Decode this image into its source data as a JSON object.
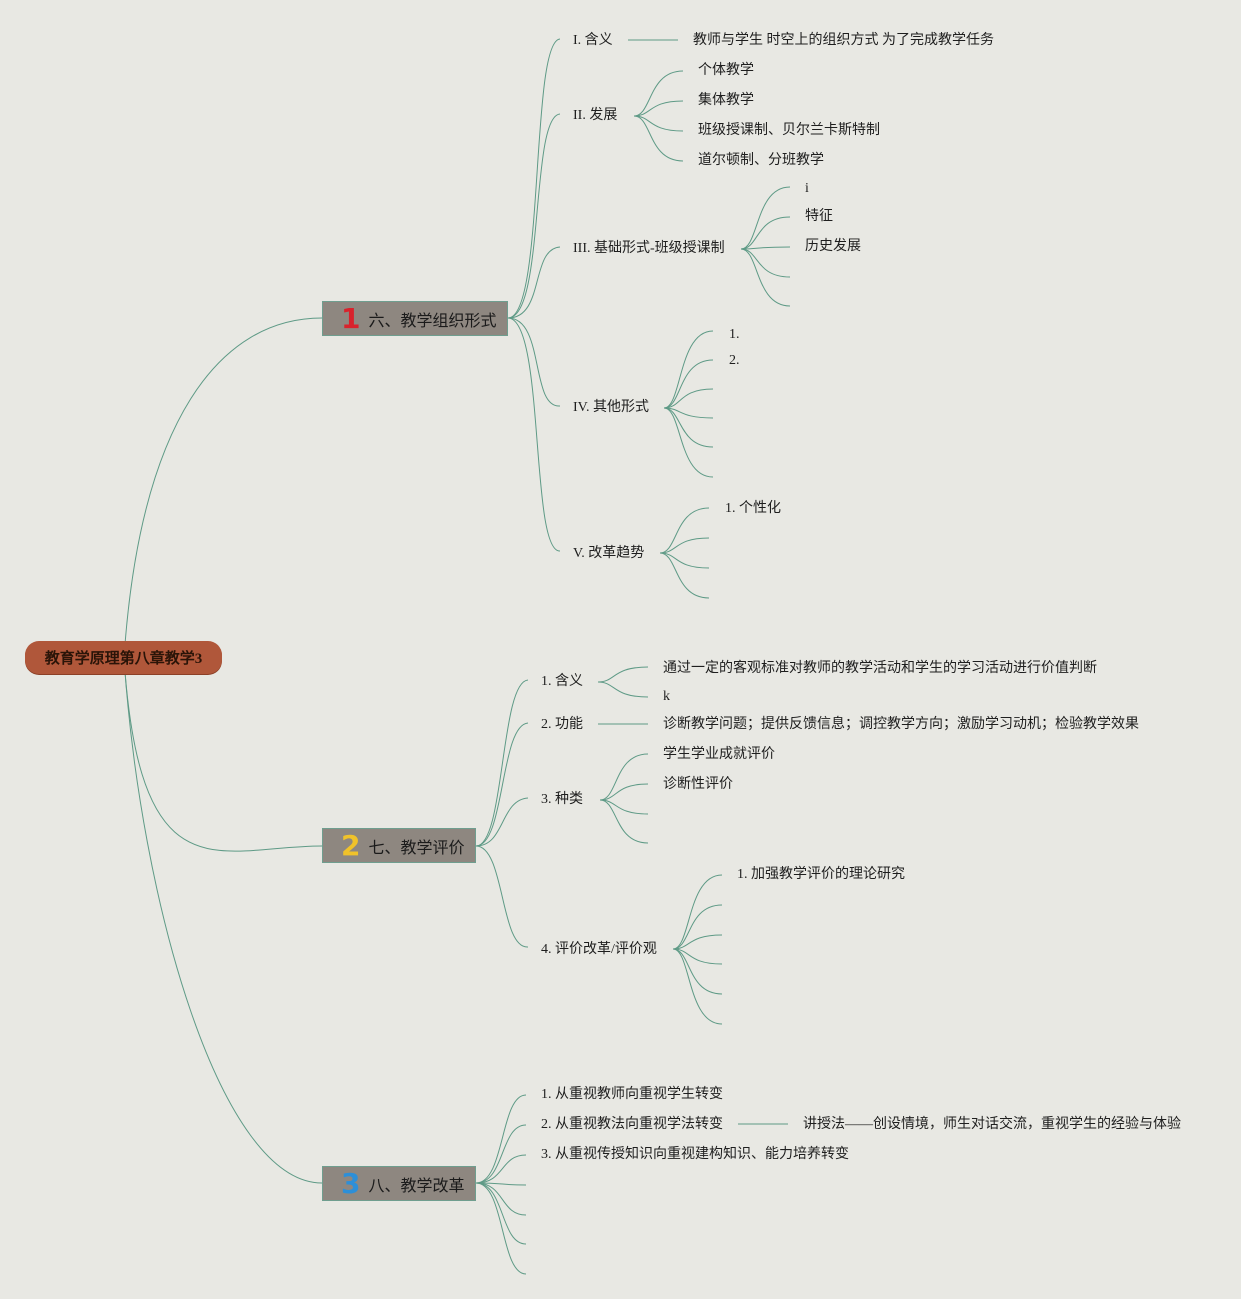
{
  "root": {
    "title": "教育学原理第八章教学3"
  },
  "sections": [
    {
      "number": "1",
      "title": "六、教学组织形式",
      "children": [
        {
          "label": "I. 含义",
          "detail": "教师与学生 时空上的组织方式 为了完成教学任务"
        },
        {
          "label": "II. 发展",
          "items": [
            "个体教学",
            "集体教学",
            "班级授课制、贝尔兰卡斯特制",
            "道尔顿制、分班教学"
          ]
        },
        {
          "label": "III. 基础形式-班级授课制",
          "items": [
            "i",
            "特征",
            "历史发展",
            "",
            ""
          ]
        },
        {
          "label": "IV. 其他形式",
          "items": [
            "1.",
            "2.",
            "",
            "",
            "",
            ""
          ]
        },
        {
          "label": "V. 改革趋势",
          "items": [
            "1. 个性化",
            "",
            "",
            ""
          ]
        }
      ]
    },
    {
      "number": "2",
      "title": "七、教学评价",
      "children": [
        {
          "label": "1. 含义",
          "items": [
            "通过一定的客观标准对教师的教学活动和学生的学习活动进行价值判断",
            "k"
          ]
        },
        {
          "label": "2. 功能",
          "detail": "诊断教学问题；提供反馈信息；调控教学方向；激励学习动机；检验教学效果"
        },
        {
          "label": "3. 种类",
          "items": [
            "学生学业成就评价",
            "诊断性评价",
            "",
            ""
          ]
        },
        {
          "label": "4. 评价改革/评价观",
          "items": [
            "1. 加强教学评价的理论研究",
            "",
            "",
            "",
            "",
            ""
          ]
        }
      ]
    },
    {
      "number": "3",
      "title": "八、教学改革",
      "children": [
        {
          "label": "1. 从重视教师向重视学生转变"
        },
        {
          "label": "2. 从重视教法向重视学法转变",
          "detail": "讲授法——创设情境，师生对话交流，重视学生的经验与体验"
        },
        {
          "label": "3. 从重视传授知识向重视建构知识、能力培养转变"
        },
        {
          "label": ""
        },
        {
          "label": ""
        },
        {
          "label": ""
        },
        {
          "label": ""
        }
      ]
    }
  ],
  "colors": {
    "background": "#e8e8e3",
    "root_fill": "#b0573a",
    "section_fill": "#8e8780",
    "connector": "#5e9a86"
  }
}
